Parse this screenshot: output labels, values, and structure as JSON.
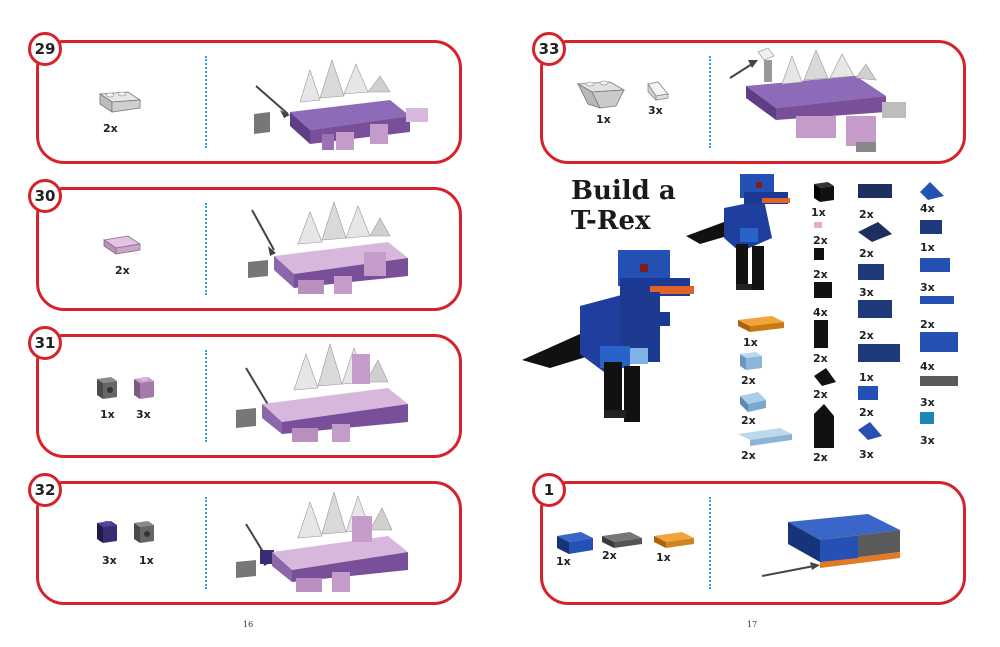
{
  "left_page": {
    "page_number": "16",
    "steps": [
      {
        "number": "29",
        "parts": [
          {
            "qty": "2x"
          }
        ]
      },
      {
        "number": "30",
        "parts": [
          {
            "qty": "2x"
          }
        ]
      },
      {
        "number": "31",
        "parts": [
          {
            "qty": "1x"
          },
          {
            "qty": "3x"
          }
        ]
      },
      {
        "number": "32",
        "parts": [
          {
            "qty": "3x"
          },
          {
            "qty": "1x"
          }
        ]
      }
    ]
  },
  "right_page": {
    "page_number": "17",
    "step_33": {
      "number": "33",
      "parts": [
        {
          "qty": "1x"
        },
        {
          "qty": "3x"
        }
      ]
    },
    "title_line1": "Build a",
    "title_line2": "T-Rex",
    "parts_list": {
      "col1": [
        "1x",
        "2x",
        "2x",
        "2x"
      ],
      "col2": [
        "1x",
        "2x",
        "2x",
        "4x",
        "2x",
        "2x",
        "2x"
      ],
      "col3": [
        "2x",
        "2x",
        "3x",
        "2x",
        "1x",
        "2x",
        "3x"
      ],
      "col4": [
        "4x",
        "1x",
        "3x",
        "2x",
        "4x",
        "3x",
        "3x"
      ]
    },
    "step_1": {
      "number": "1",
      "parts": [
        {
          "qty": "1x"
        },
        {
          "qty": "2x"
        },
        {
          "qty": "1x"
        }
      ]
    }
  },
  "colors": {
    "frame_red": "#d6232b",
    "divider_blue": "#2aa3d9",
    "trex_blue": "#1f3f9e",
    "stego_purple": "#7a4f9a"
  }
}
